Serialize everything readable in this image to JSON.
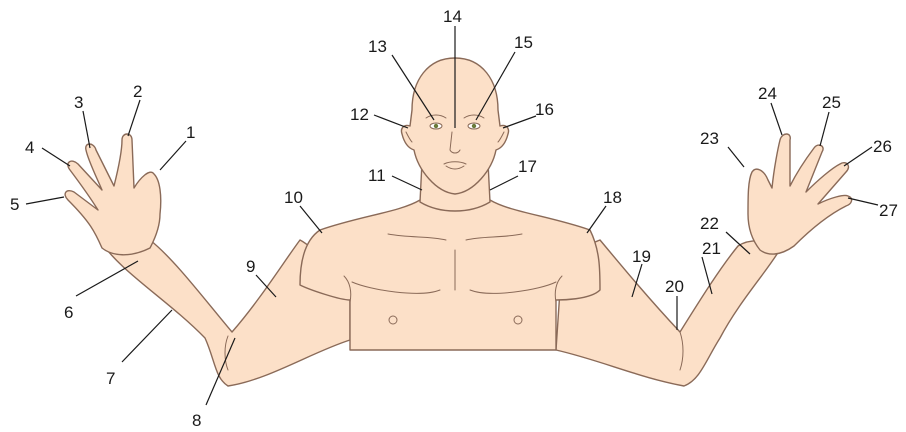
{
  "labels": [
    "1",
    "2",
    "3",
    "4",
    "5",
    "6",
    "7",
    "8",
    "9",
    "10",
    "11",
    "12",
    "13",
    "14",
    "15",
    "16",
    "17",
    "18",
    "19",
    "20",
    "21",
    "22",
    "23",
    "24",
    "25",
    "26",
    "27"
  ],
  "colors": {
    "skin": "#fce0c8",
    "outline": "#8a6a58",
    "leader": "#1a1a1a",
    "iris": "#6b7a3a"
  }
}
